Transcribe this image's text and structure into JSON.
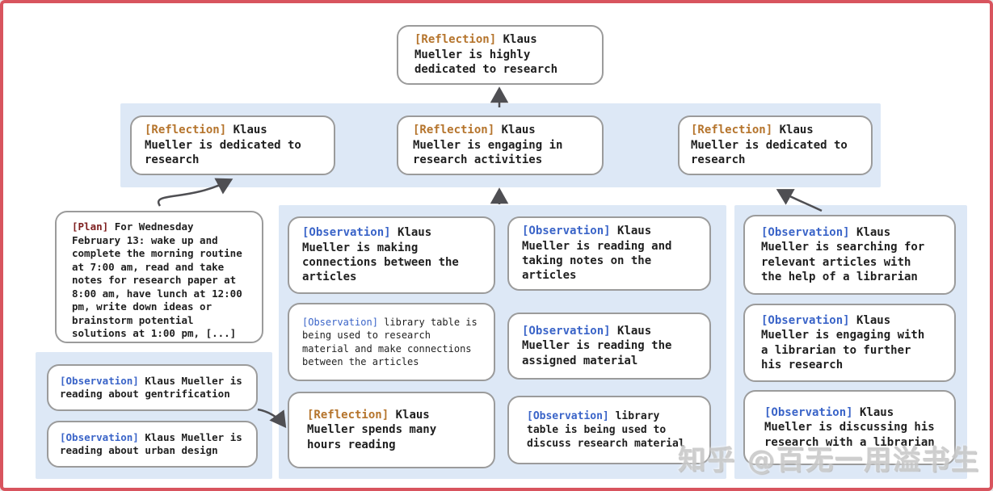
{
  "colors": {
    "frame_border": "#d8545e",
    "band_bg": "#dde8f6",
    "box_border": "#9b9b9b",
    "reflection_label": "#b5742c",
    "observation_label": "#3a64c8",
    "plan_label": "#7e1f1f",
    "arrow": "#4f4f53",
    "text": "#1f1f1f"
  },
  "tree": {
    "root": {
      "tag": "[Reflection]",
      "text": "Klaus Mueller is highly dedicated to research"
    },
    "level2": [
      {
        "tag": "[Reflection]",
        "text": "Klaus Mueller is dedicated to research"
      },
      {
        "tag": "[Reflection]",
        "text": "Klaus Mueller is engaging in research activities"
      },
      {
        "tag": "[Reflection]",
        "text": "Klaus Mueller is dedicated to research"
      }
    ],
    "plan": {
      "tag": "[Plan]",
      "text": "For Wednesday February 13: wake up and complete the morning routine at 7:00 am, read and take notes for research paper at 8:00 am, have lunch at 12:00 pm, write down ideas or brainstorm potential solutions at 1:00 pm, [...]"
    },
    "left_group": [
      {
        "tag": "[Observation]",
        "text": "Klaus Mueller is reading about gentrification"
      },
      {
        "tag": "[Observation]",
        "text": "Klaus Mueller is reading about urban design"
      }
    ],
    "middle_col1": [
      {
        "tag": "[Observation]",
        "text": "Klaus Mueller is making connections between the articles"
      },
      {
        "tag": "[Observation]",
        "text": "library table is being used to research material and make connections between the articles"
      },
      {
        "tag": "[Reflection]",
        "text": "Klaus Mueller spends many hours reading"
      }
    ],
    "middle_col2": [
      {
        "tag": "[Observation]",
        "text": "Klaus Mueller is reading and taking notes on the articles"
      },
      {
        "tag": "[Observation]",
        "text": "Klaus Mueller is reading the assigned material"
      },
      {
        "tag": "[Observation]",
        "text": "library table is being used to discuss research material"
      }
    ],
    "right_group": [
      {
        "tag": "[Observation]",
        "text": "Klaus Mueller is searching for relevant articles with the help of a librarian"
      },
      {
        "tag": "[Observation]",
        "text": "Klaus Mueller is engaging with a librarian to further his research"
      },
      {
        "tag": "[Observation]",
        "text": "Klaus Mueller is discussing his research with a librarian"
      }
    ]
  },
  "watermark": {
    "text": "知乎 @百无一用溢书生"
  }
}
